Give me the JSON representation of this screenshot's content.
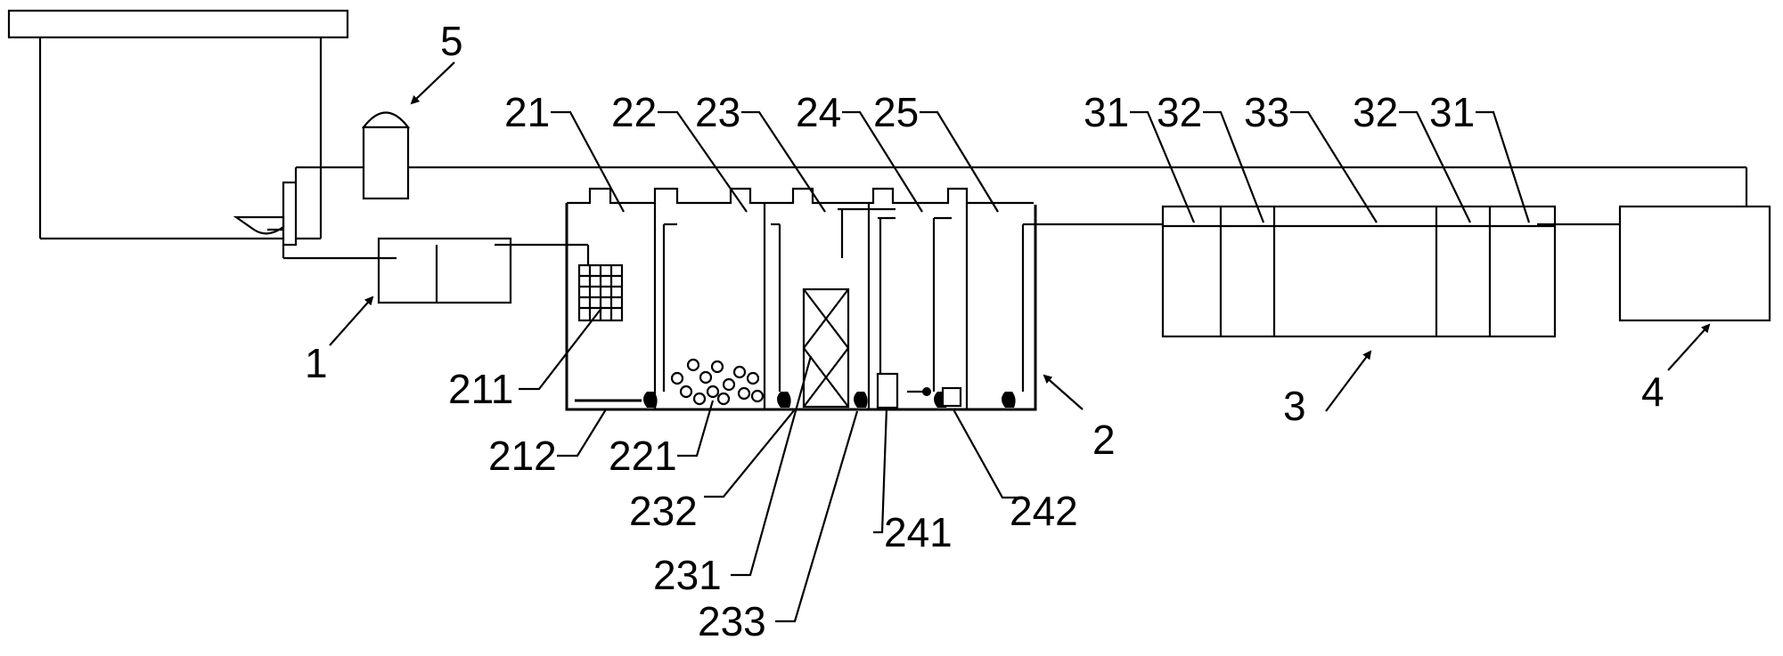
{
  "labels": {
    "n1": "1",
    "n2": "2",
    "n3": "3",
    "n4": "4",
    "n5": "5",
    "n21": "21",
    "n22": "22",
    "n23": "23",
    "n24": "24",
    "n25": "25",
    "n211": "211",
    "n212": "212",
    "n221": "221",
    "n231": "231",
    "n232": "232",
    "n233": "233",
    "n241": "241",
    "n242": "242",
    "n31a": "31",
    "n32a": "32",
    "n33": "33",
    "n32b": "32",
    "n31b": "31"
  }
}
